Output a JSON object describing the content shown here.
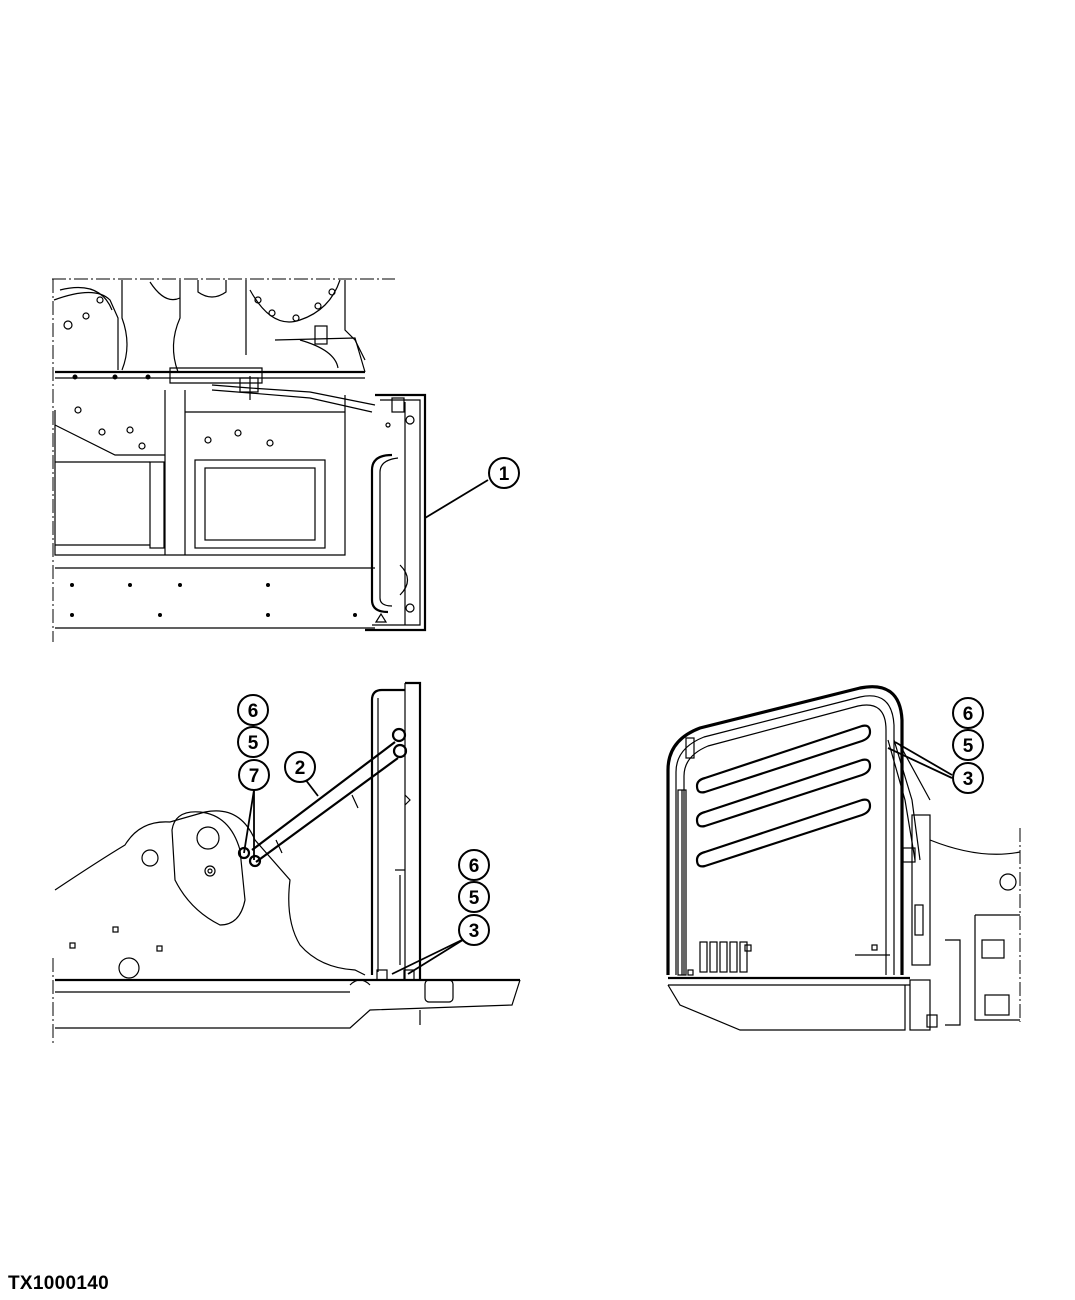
{
  "figure_id": "TX1000140",
  "views": {
    "top": {
      "callouts": [
        "1"
      ]
    },
    "lower_left": {
      "callouts": [
        "6",
        "5",
        "7",
        "2",
        "6",
        "5",
        "3"
      ]
    },
    "lower_right": {
      "callouts": [
        "6",
        "5",
        "3"
      ]
    }
  },
  "colors": {
    "line": "#000000",
    "background": "#ffffff"
  }
}
